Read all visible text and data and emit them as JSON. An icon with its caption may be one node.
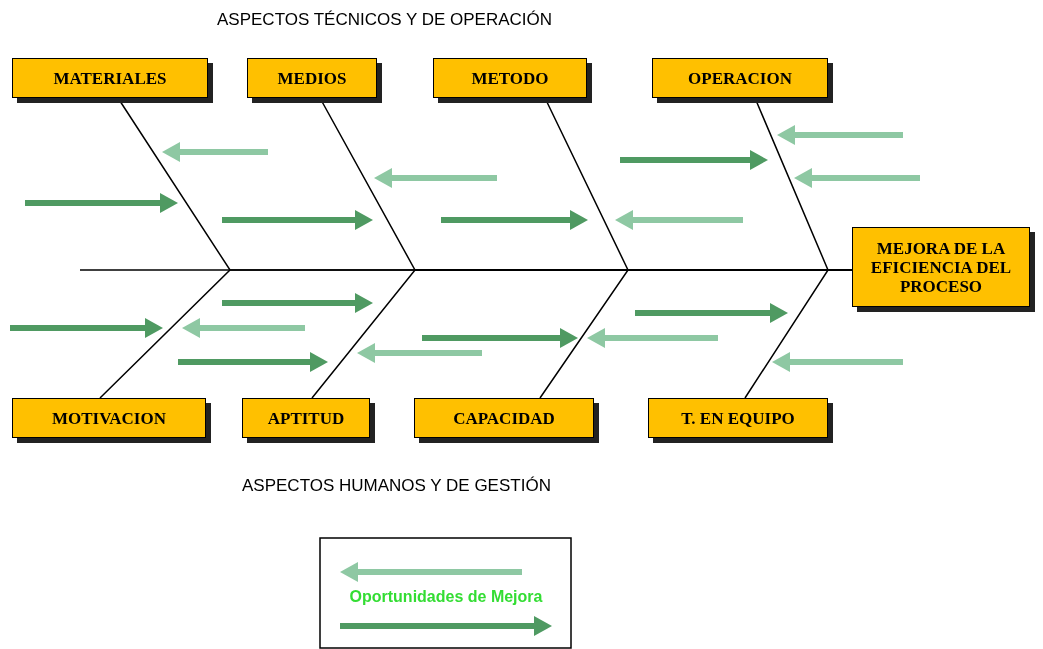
{
  "diagram": {
    "nodes": [
      {
        "text": [
          "MATERIALES"
        ]
      },
      {
        "text": [
          "MEDIOS"
        ]
      },
      {
        "text": [
          "METODO"
        ]
      },
      {
        "text": [
          "OPERACION"
        ]
      },
      {
        "text": [
          "MEJORA DE LA EFICIENCIA DEL PROCESO"
        ]
      },
      {
        "text": [
          "MOTIVACION"
        ]
      },
      {
        "text": [
          "APTITUD"
        ]
      },
      {
        "text": [
          "CAPACIDAD"
        ]
      },
      {
        "text": [
          "T. EN EQUIPO"
        ]
      }
    ],
    "edges": [
      {
        "from": 0,
        "to": 4,
        "arrow": "none"
      },
      {
        "from": 1,
        "to": 4,
        "arrow": "none"
      },
      {
        "from": 2,
        "to": 4,
        "arrow": "none"
      },
      {
        "from": 3,
        "to": 4,
        "arrow": "none"
      },
      {
        "from": 5,
        "to": 4,
        "arrow": "none"
      },
      {
        "from": 6,
        "to": 4,
        "arrow": "none"
      },
      {
        "from": 7,
        "to": 4,
        "arrow": "none"
      },
      {
        "from": 8,
        "to": 4,
        "arrow": "none"
      }
    ],
    "labels": [
      "ASPECTOS TÉCNICOS Y DE OPERACIÓN",
      "ASPECTOS HUMANOS Y DE GESTIÓN"
    ],
    "legend": [
      {
        "text": "Oportunidades de Mejora"
      }
    ]
  }
}
